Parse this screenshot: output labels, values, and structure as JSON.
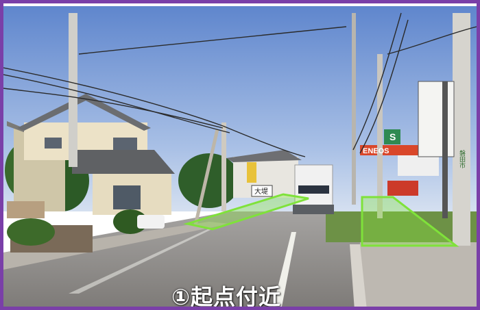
{
  "photo": {
    "description_label": "street-photo",
    "colors": {
      "frame": "#7a3fa8",
      "sky_top": "#6c8fd0",
      "sky_bottom": "#c9d8ef",
      "road": "#8d8a88",
      "highlight": "#7fe23a"
    }
  },
  "caption": {
    "text": "①起点付近"
  },
  "signs": {
    "gas_station": "ENEOS",
    "brand_s": "S",
    "shop_sign": "大堤",
    "pole_sign": "磐田市"
  }
}
